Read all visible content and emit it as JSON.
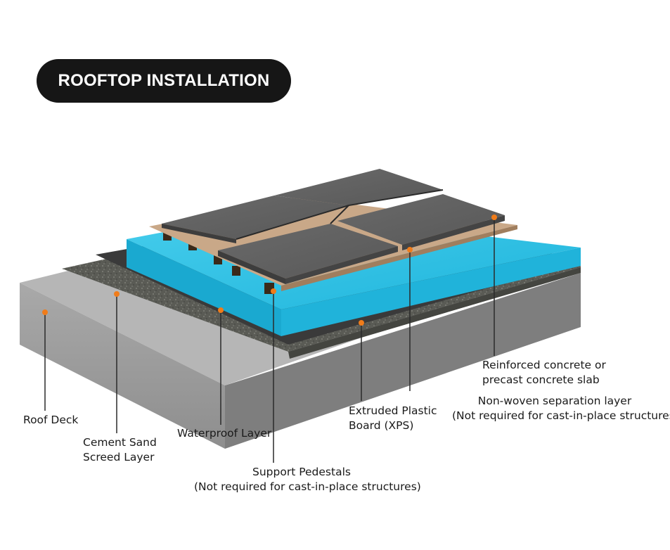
{
  "title": "ROOFTOP INSTALLATION STEPS",
  "colors": {
    "leader_dot": "#f07c1a",
    "xps": "#29bfe3",
    "title_bg": "#161616"
  },
  "labels": {
    "roof_deck": "Roof Deck",
    "cement_line1": "Cement Sand",
    "cement_line2": "Screed Layer",
    "waterproof": "Waterproof Layer",
    "pedestals_line1": "Support Pedestals",
    "pedestals_line2": "(Not required for cast-in-place structures)",
    "xps_line1": "Extruded Plastic",
    "xps_line2": "Board (XPS)",
    "slab_line1": "Reinforced concrete or",
    "slab_line2": "precast concrete slab",
    "nonwoven_line1": "Non-woven separation layer",
    "nonwoven_line2": "(Not required for cast-in-place structures)"
  }
}
